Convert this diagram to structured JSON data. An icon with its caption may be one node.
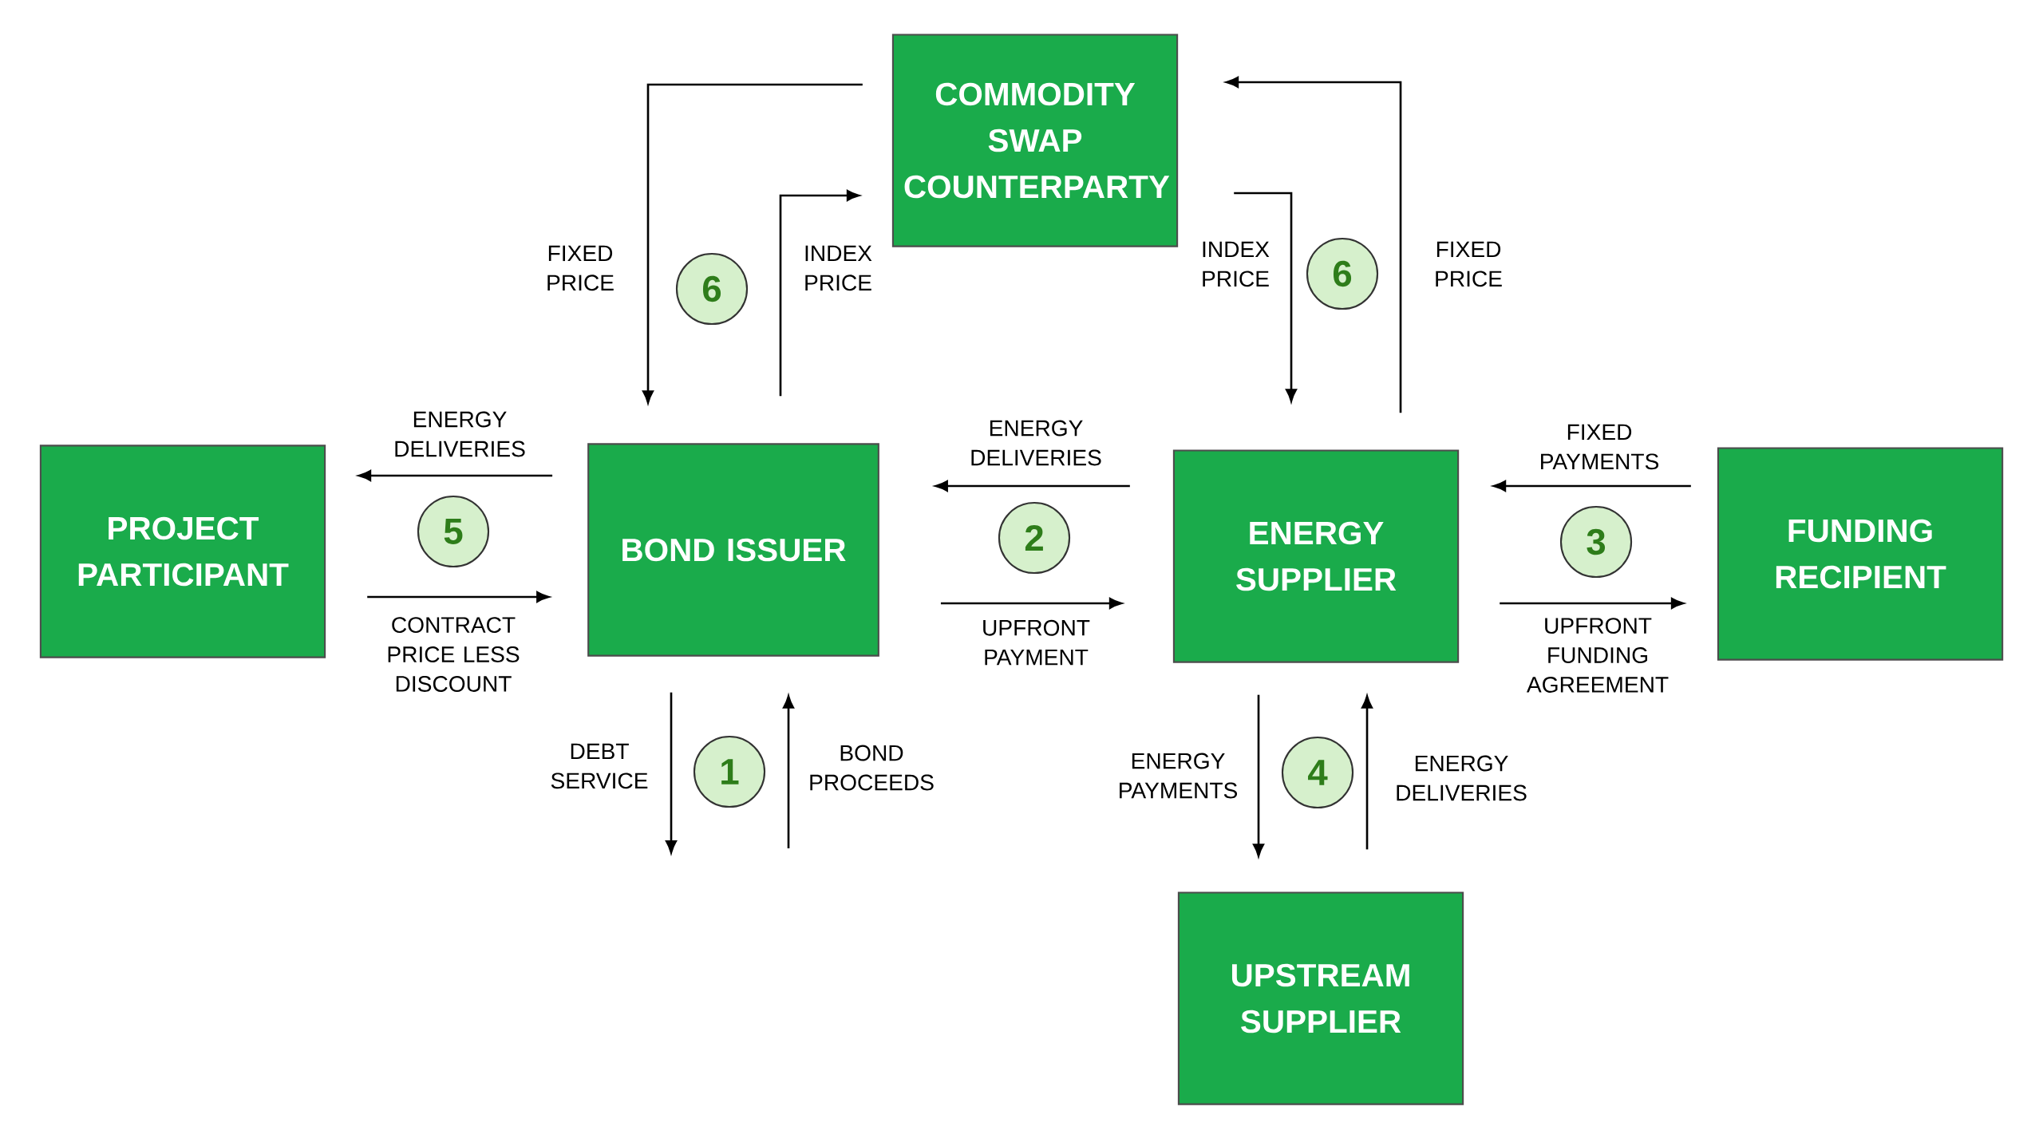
{
  "diagram": {
    "nodes": [
      {
        "text": [
          "COMMODITY SWAP COUNTERPARTY"
        ]
      },
      {
        "text": [
          "PROJECT PARTICIPANT"
        ]
      },
      {
        "text": [
          "BOND ISSUER"
        ]
      },
      {
        "text": [
          "ENERGY SUPPLIER"
        ]
      },
      {
        "text": [
          "FUNDING RECIPIENT"
        ]
      },
      {
        "text": [
          "UPSTREAM SUPPLIER"
        ]
      },
      {
        "text": [
          "6"
        ]
      },
      {
        "text": [
          "6"
        ]
      },
      {
        "text": [
          "5"
        ]
      },
      {
        "text": [
          "2"
        ]
      },
      {
        "text": [
          "3"
        ]
      },
      {
        "text": [
          "1"
        ]
      },
      {
        "text": [
          "4"
        ]
      }
    ],
    "edges": [
      {
        "from": 2,
        "to": 0,
        "arrow": "to",
        "label": "INDEX PRICE"
      },
      {
        "from": 0,
        "to": 2,
        "arrow": "to",
        "label": "FIXED PRICE"
      },
      {
        "from": 3,
        "to": 0,
        "arrow": "to",
        "label": "FIXED PRICE"
      },
      {
        "from": 0,
        "to": 3,
        "arrow": "to",
        "label": "INDEX PRICE"
      },
      {
        "from": 2,
        "to": 1,
        "arrow": "to",
        "label": "ENERGY DELIVERIES"
      },
      {
        "from": 1,
        "to": 2,
        "arrow": "to",
        "label": "CONTRACT PRICE LESS DISCOUNT"
      },
      {
        "from": 3,
        "to": 2,
        "arrow": "to",
        "label": "ENERGY DELIVERIES"
      },
      {
        "from": 2,
        "to": 3,
        "arrow": "to",
        "label": "UPFRONT PAYMENT"
      },
      {
        "from": 4,
        "to": 3,
        "arrow": "to",
        "label": "FIXED PAYMENTS"
      },
      {
        "from": 3,
        "to": 4,
        "arrow": "to",
        "label": "UPFRONT FUNDING AGREEMENT"
      },
      {
        "from": 2,
        "to": null,
        "arrow": "to",
        "label": "DEBT SERVICE"
      },
      {
        "from": null,
        "to": 2,
        "arrow": "to",
        "label": "BOND PROCEEDS"
      },
      {
        "from": 3,
        "to": 5,
        "arrow": "to",
        "label": "ENERGY PAYMENTS"
      },
      {
        "from": 5,
        "to": 3,
        "arrow": "to",
        "label": "ENERGY DELIVERIES"
      }
    ]
  }
}
